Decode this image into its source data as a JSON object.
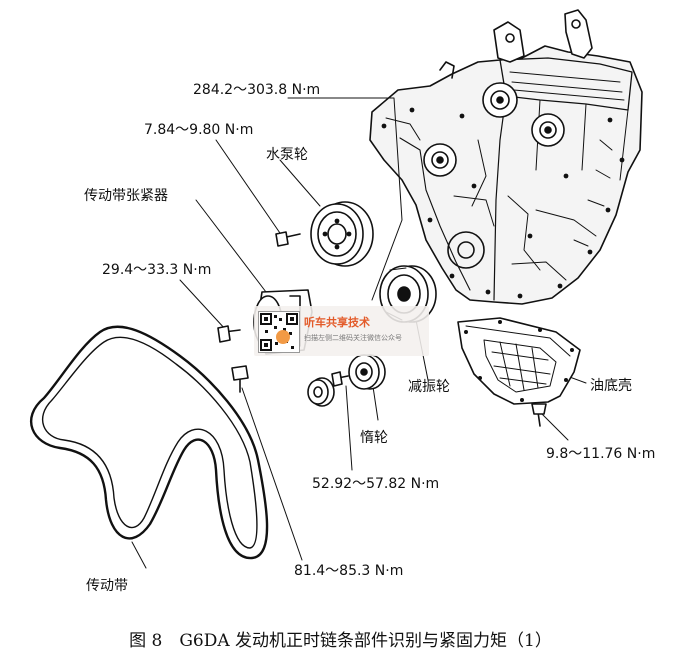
{
  "labels": {
    "torque_crank": "284.2～303.8 N·m",
    "torque_pump": "7.84～9.80 N·m",
    "water_pump_pulley": "水泵轮",
    "belt_tensioner": "传动带张紧器",
    "torque_tensioner": "29.4～33.3 N·m",
    "damper_pulley": "减振轮",
    "oil_pan": "油底壳",
    "torque_oilpan": "9.8～11.76 N·m",
    "idler_pulley": "惰轮",
    "torque_idler": "52.92～57.82 N·m",
    "torque_bolt": "81.4～85.3 N·m",
    "drive_belt": "传动带"
  },
  "watermark": {
    "title": "听车共享技术",
    "subtitle": "扫描左侧二维码关注微信公众号"
  },
  "caption": "图 8　G6DA 发动机正时链条部件识别与紧固力矩（1）"
}
